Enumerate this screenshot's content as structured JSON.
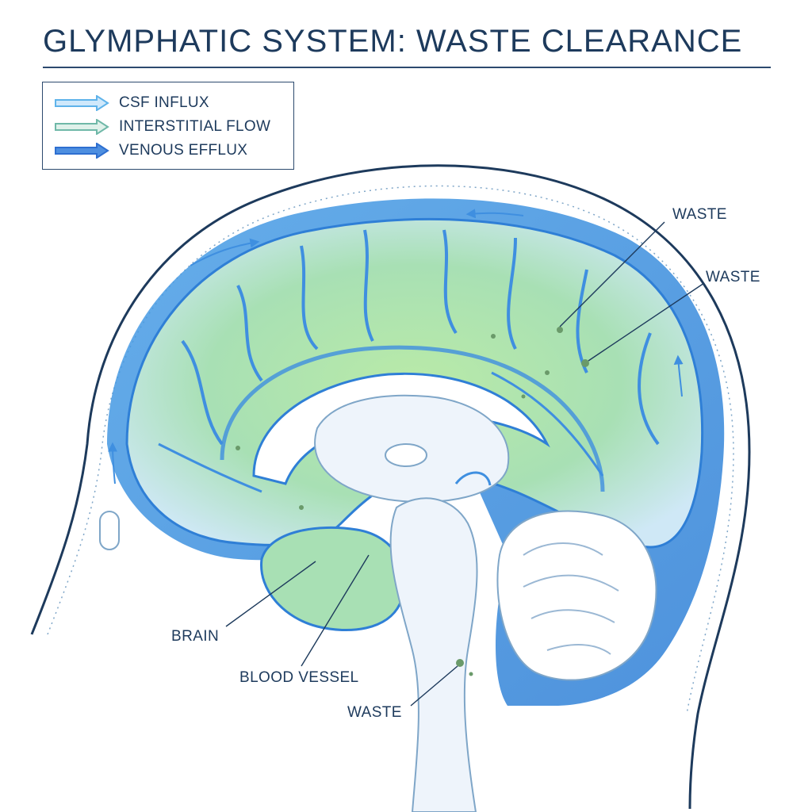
{
  "title": "GLYMPHATIC SYSTEM: WASTE CLEARANCE",
  "legend": {
    "items": [
      {
        "label": "CSF INFLUX",
        "color": "#5fb3ea"
      },
      {
        "label": "INTERSTITIAL FLOW",
        "color": "#6fb8a8"
      },
      {
        "label": "VENOUS EFFLUX",
        "color": "#2e6fd0"
      }
    ]
  },
  "callouts": {
    "waste_top": "WASTE",
    "waste_right": "WASTE",
    "brain": "BRAIN",
    "blood_vessel": "BLOOD VESSEL",
    "waste_bottom": "WASTE"
  },
  "colors": {
    "ink": "#1d3a5c",
    "csf_blue": "#5fb3ea",
    "tissue_green": "#a8e6a0",
    "vessel_blue": "#2e6fd0"
  }
}
